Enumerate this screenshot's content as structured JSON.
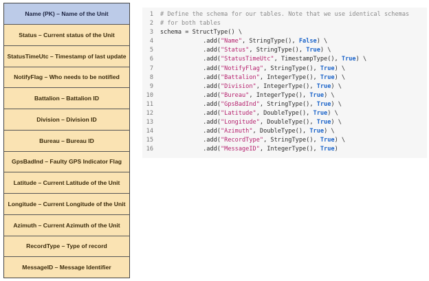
{
  "schema_table": {
    "rows": [
      "Name (PK) – Name of the Unit",
      "Status – Current status of the Unit",
      "StatusTimeUtc – Timestamp of last update",
      "NotifyFlag – Who needs to be notified",
      "Battalion – Battalion ID",
      "Division – Division ID",
      "Bureau – Bureau ID",
      "GpsBadInd – Faulty GPS Indicator Flag",
      "Latitude – Current Latitude of the Unit",
      "Longitude – Current Longitude of the Unit",
      "Azimuth – Current Azimuth of the Unit",
      "RecordType – Type of record",
      "MessageID – Message Identifier"
    ]
  },
  "code": {
    "lines": [
      {
        "n": "1",
        "comment": "# Define the schema for our tables. Note that we use identical schemas"
      },
      {
        "n": "2",
        "comment": "# for both tables"
      },
      {
        "n": "3",
        "plain": "schema = StructType() \\"
      },
      {
        "n": "4",
        "field": "\"Name\"",
        "type": "StringType()",
        "flag": "False"
      },
      {
        "n": "5",
        "field": "\"Status\"",
        "type": "StringType()",
        "flag": "True"
      },
      {
        "n": "6",
        "field": "\"StatusTimeUtc\"",
        "type": "TimestampType()",
        "flag": "True"
      },
      {
        "n": "7",
        "field": "\"NotifyFlag\"",
        "type": "StringType()",
        "flag": "True"
      },
      {
        "n": "8",
        "field": "\"Battalion\"",
        "type": "IntegerType()",
        "flag": "True"
      },
      {
        "n": "9",
        "field": "\"Division\"",
        "type": "IntegerType()",
        "flag": "True"
      },
      {
        "n": "10",
        "field": "\"Bureau\"",
        "type": "IntegerType()",
        "flag": "True"
      },
      {
        "n": "11",
        "field": "\"GpsBadInd\"",
        "type": "StringType()",
        "flag": "True"
      },
      {
        "n": "12",
        "field": "\"Latitude\"",
        "type": "DoubleType()",
        "flag": "True"
      },
      {
        "n": "13",
        "field": "\"Longitude\"",
        "type": "DoubleType()",
        "flag": "True"
      },
      {
        "n": "14",
        "field": "\"Azimuth\"",
        "type": "DoubleType()",
        "flag": "True"
      },
      {
        "n": "15",
        "field": "\"RecordType\"",
        "type": "StringType()",
        "flag": "True"
      },
      {
        "n": "16",
        "field": "\"MessageID\"",
        "type": "IntegerType()",
        "flag": "True",
        "last": true
      }
    ]
  },
  "colors": {
    "table_header_bg": "#bccbe8",
    "table_row_bg": "#fae3b3",
    "code_bg": "#f6f6f6",
    "string_color": "#b5206d",
    "keyword_color": "#1a63c9"
  }
}
